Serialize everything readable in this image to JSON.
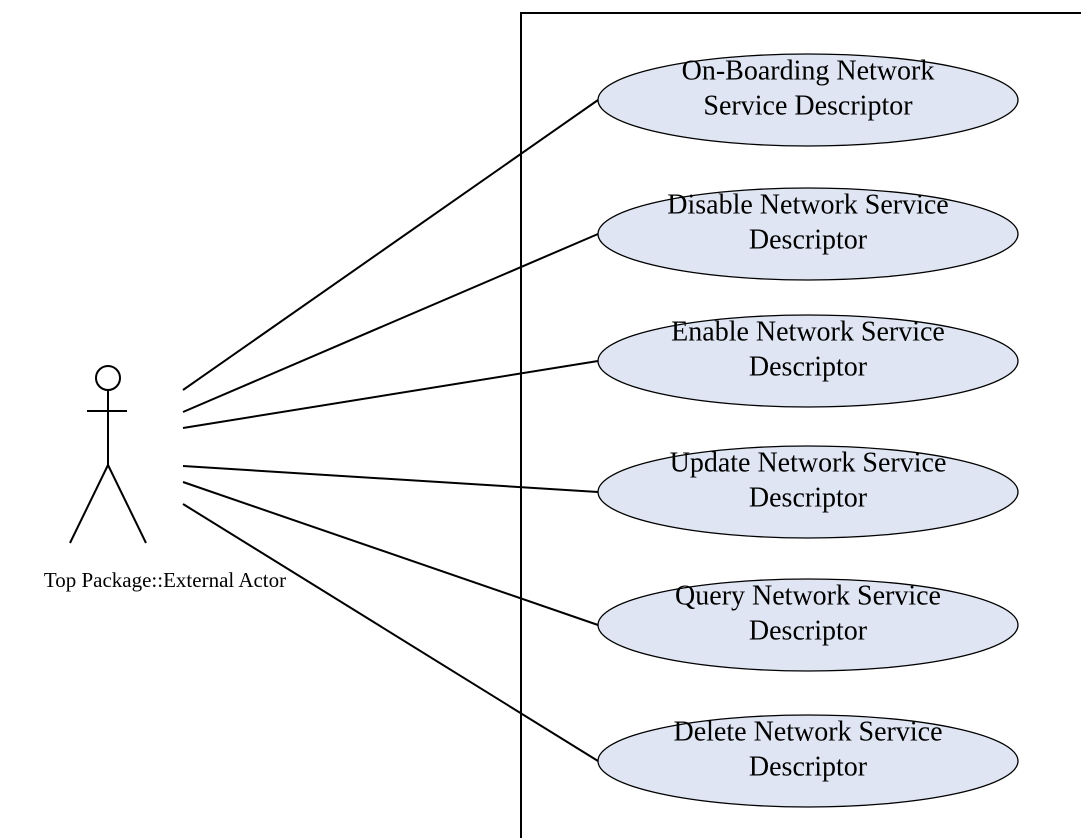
{
  "actor": {
    "label": "Top Package::External Actor"
  },
  "use_cases": [
    {
      "lines": [
        "On-Boarding Network",
        "Service Descriptor"
      ]
    },
    {
      "lines": [
        "Disable Network Service",
        "Descriptor"
      ]
    },
    {
      "lines": [
        "Enable Network Service",
        "Descriptor"
      ]
    },
    {
      "lines": [
        "Update Network Service",
        "Descriptor"
      ]
    },
    {
      "lines": [
        "Query Network Service",
        "Descriptor"
      ]
    },
    {
      "lines": [
        "Delete Network Service",
        "Descriptor"
      ]
    }
  ],
  "colors": {
    "use_case_fill": "#dfe5f2",
    "stroke": "#000000"
  }
}
